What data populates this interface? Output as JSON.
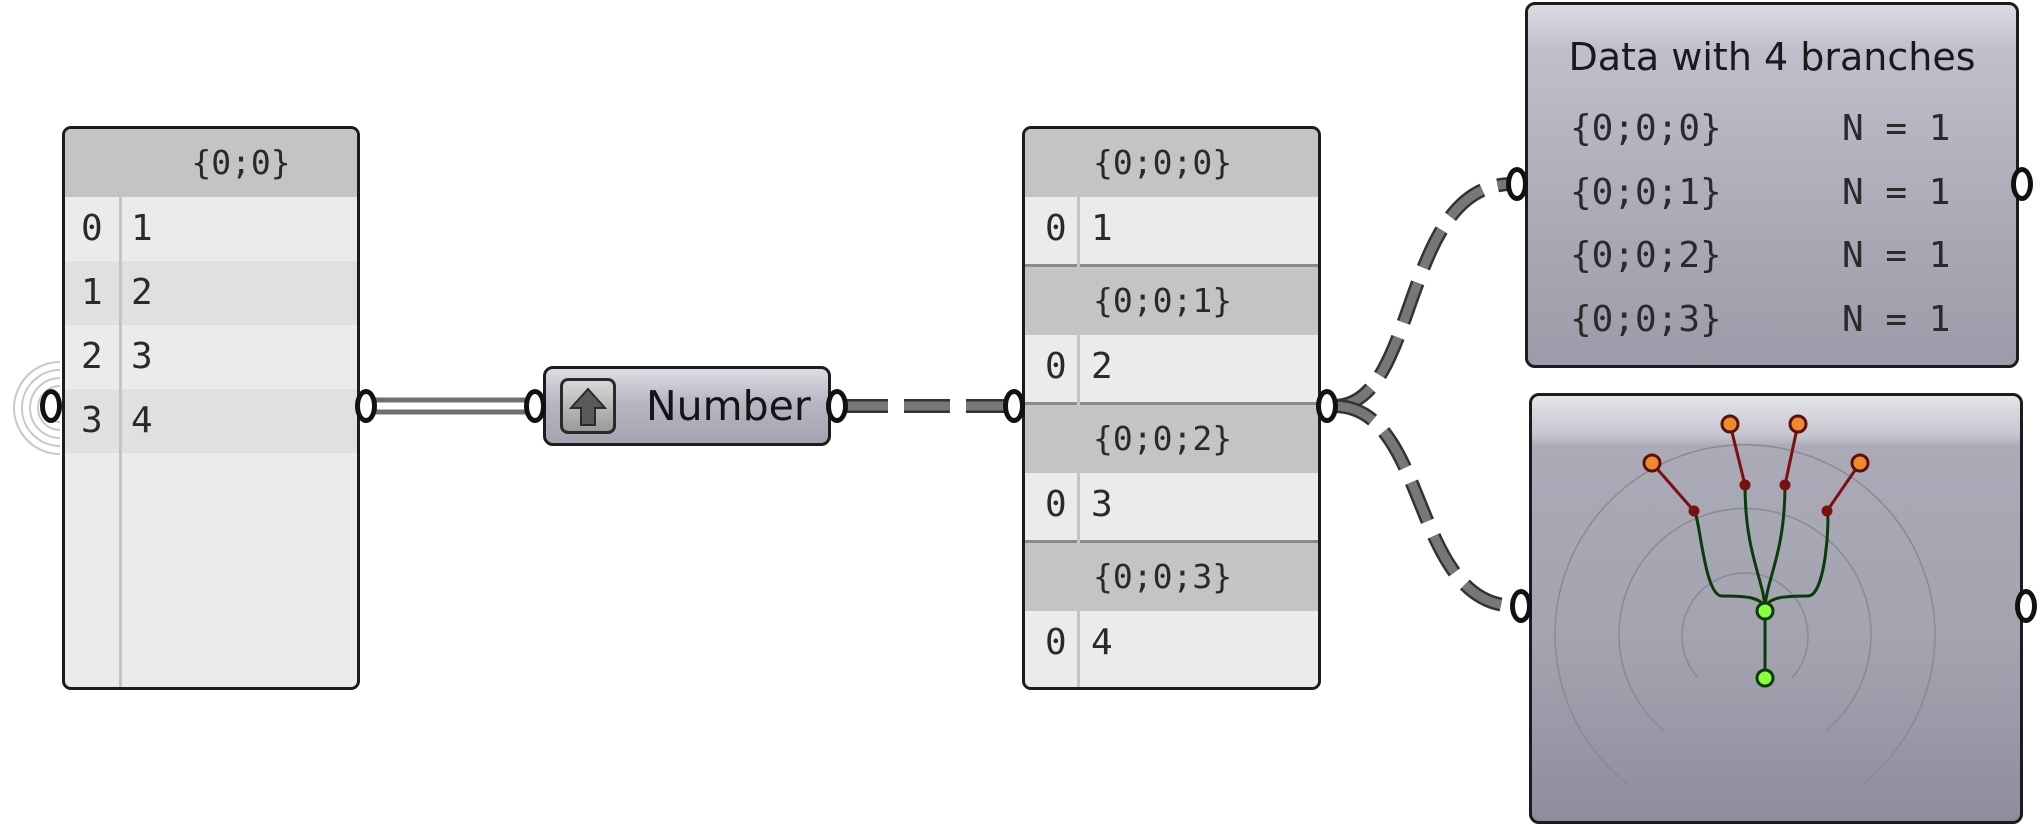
{
  "left_panel": {
    "header": "{0;0}",
    "rows": [
      {
        "index": "0",
        "value": "1"
      },
      {
        "index": "1",
        "value": "2"
      },
      {
        "index": "2",
        "value": "3"
      },
      {
        "index": "3",
        "value": "4"
      }
    ]
  },
  "number_component": {
    "label": "Number",
    "icon": "up-arrow-icon"
  },
  "tree_panel": {
    "branches": [
      {
        "path": "{0;0;0}",
        "index": "0",
        "value": "1"
      },
      {
        "path": "{0;0;1}",
        "index": "0",
        "value": "2"
      },
      {
        "path": "{0;0;2}",
        "index": "0",
        "value": "3"
      },
      {
        "path": "{0;0;3}",
        "index": "0",
        "value": "4"
      }
    ]
  },
  "param_viewer": {
    "title": "Data with 4 branches",
    "entries": [
      {
        "path": "{0;0;0}",
        "count": "N = 1"
      },
      {
        "path": "{0;0;1}",
        "count": "N = 1"
      },
      {
        "path": "{0;0;2}",
        "count": "N = 1"
      },
      {
        "path": "{0;0;3}",
        "count": "N = 1"
      }
    ]
  },
  "colors": {
    "wire": "#6f6f6f",
    "leaf_node": "#f08a2a",
    "branch_line": "#7a1010",
    "root_node": "#8aff3a",
    "root_line": "#0b3a0b"
  }
}
